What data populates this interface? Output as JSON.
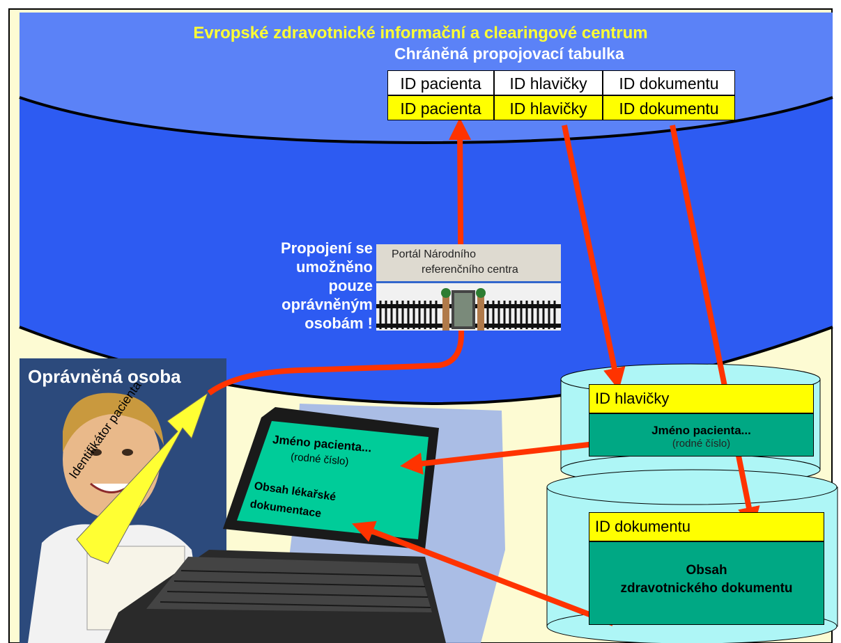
{
  "title": "Evropské zdravotnické informační a clearingové centrum",
  "subtitle": "Chráněná propojovací tabulka",
  "table": {
    "headers": [
      "ID pacienta",
      "ID hlavičky",
      "ID dokumentu"
    ],
    "ids": [
      "ID pacienta",
      "ID hlavičky",
      "ID dokumentu"
    ]
  },
  "auth_note": [
    "Propojení se",
    "umožněno",
    "pouze",
    "oprávněným",
    "osobám !"
  ],
  "portal": {
    "line1": "Portál Národního",
    "line2": "referenčního centra"
  },
  "person": {
    "title": "Oprávněná osoba",
    "arrow_label": "Identifikátor pacienta"
  },
  "laptop": {
    "name_line1": "Jméno pacienta...",
    "name_line2": "(rodné číslo)",
    "content_line1": "Obsah lékařské",
    "content_line2": "dokumentace"
  },
  "db_header": {
    "id": "ID hlavičky",
    "name_line1": "Jméno pacienta...",
    "name_line2": "(rodné číslo)"
  },
  "db_document": {
    "id": "ID dokumentu",
    "line1": "Obsah",
    "line2": "zdravotnického dokumentu"
  },
  "colors": {
    "blue": "#2d5bf2",
    "yellow": "#ffff00",
    "green": "#00a884",
    "cyan": "#aef6f6",
    "arrow": "#ff3300",
    "cream": "#fdfbd3"
  }
}
